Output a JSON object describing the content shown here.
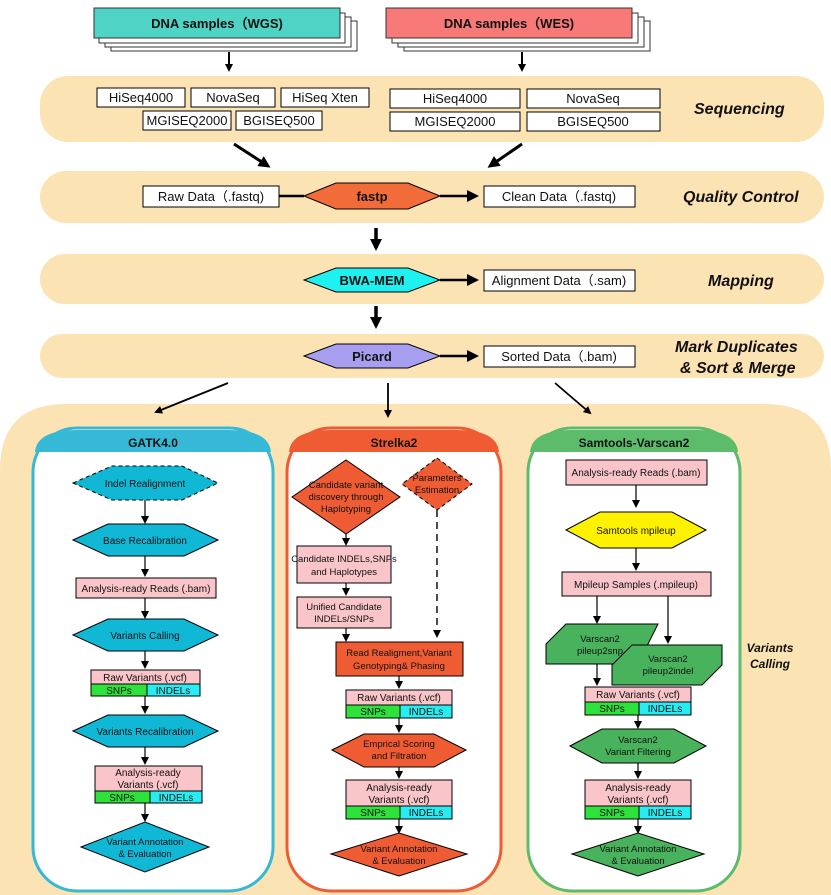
{
  "colors": {
    "band": "#fbe3b4",
    "wgs_header": "#4ed3c5",
    "wes_header": "#f77a78",
    "gatk_accent": "#35b9d6",
    "gatk_shape": "#10b8d6",
    "strelka_accent": "#ef5c34",
    "strelka_shape": "#ef5c34",
    "strelka_box": "#f9c5c9",
    "varscan_accent": "#5cbc6c",
    "varscan_shape": "#49b25c",
    "samtools_mpileup": "#fff200",
    "box_pink": "#f9c5c9",
    "snp_green": "#2ee23c",
    "indel_cyan": "#27ecf2",
    "fastp": "#f26c39",
    "bwa": "#1ff0f0",
    "picard": "#a79ef0"
  },
  "samples": {
    "wgs": "DNA samples（WGS)",
    "wes": "DNA samples（WES)"
  },
  "sequencing": {
    "label": "Sequencing",
    "wgs_platforms": [
      "HiSeq4000",
      "NovaSeq",
      "HiSeq Xten",
      "MGISEQ2000",
      "BGISEQ500"
    ],
    "wes_platforms": [
      "HiSeq4000",
      "NovaSeq",
      "MGISEQ2000",
      "BGISEQ500"
    ]
  },
  "qc": {
    "label": "Quality Control",
    "raw": "Raw Data（.fastq)",
    "tool": "fastp",
    "clean": "Clean Data（.fastq)"
  },
  "mapping": {
    "label": "Mapping",
    "tool": "BWA-MEM",
    "output": "Alignment Data（.sam)"
  },
  "markdup": {
    "label_line1": "Mark Duplicates",
    "label_line2": "& Sort & Merge",
    "tool": "Picard",
    "output": "Sorted Data（.bam)"
  },
  "calling_label": [
    "Variants",
    "Calling"
  ],
  "gatk": {
    "title": "GATK4.0",
    "indel": "Indel Realignment",
    "bqsr": "Base Recalibration",
    "reads": "Analysis-ready Reads (.bam)",
    "calling": "Variants Calling",
    "raw": "Raw  Variants  (.vcf)",
    "snps": "SNPs",
    "indels": "INDELs",
    "vqsr": "Variants Recalibration",
    "ready1": "Analysis-ready",
    "ready2": "Variants (.vcf)",
    "annot1": "Variant Annotation",
    "annot2": "& Evaluation"
  },
  "strelka": {
    "title": "Strelka2",
    "cand1": "Candidate variant",
    "cand2": "discovery through",
    "cand3": "Haplotyping",
    "param1": "Parameters",
    "param2": "Estimation",
    "indel1": "Candidate INDELs,SNPs",
    "indel2": "and Haplotypes",
    "unified1": "Unified Candidate",
    "unified2": "INDELs/SNPs",
    "realign1": "Read Realigment,Variant",
    "realign2": "Genotyping& Phasing",
    "raw": "Raw  Variants  (.vcf)",
    "snps": "SNPs",
    "indels": "INDELs",
    "score1": "Emprical Scoring",
    "score2": "and Filtration",
    "ready1": "Analysis-ready",
    "ready2": "Variants (.vcf)",
    "annot1": "Variant Annotation",
    "annot2": "& Evaluation"
  },
  "varscan": {
    "title": "Samtools-Varscan2",
    "reads": "Analysis-ready Reads (.bam)",
    "mpileup": "Samtools mpileup",
    "samples": "Mpileup Samples (.mpileup)",
    "snp1": "Varscan2",
    "snp2": "pileup2snp",
    "ind1": "Varscan2",
    "ind2": "pileup2indel",
    "raw": "Raw  Variants  (.vcf)",
    "snps": "SNPs",
    "indels": "INDELs",
    "filt1": "Varscan2",
    "filt2": "Variant Filtering",
    "ready1": "Analysis-ready",
    "ready2": "Variants (.vcf)",
    "annot1": "Variant Annotation",
    "annot2": "& Evaluation"
  }
}
